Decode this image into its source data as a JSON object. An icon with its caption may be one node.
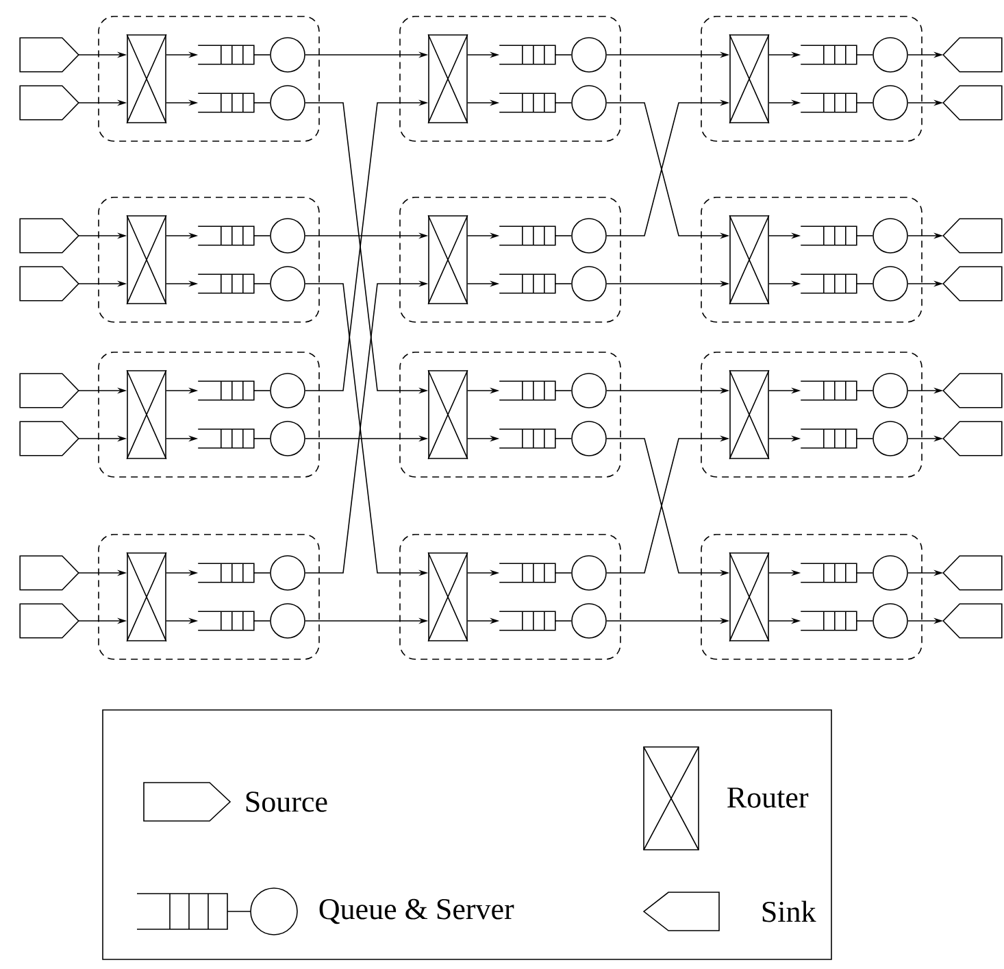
{
  "diagram": {
    "nodes": [
      {
        "text": [],
        "shape": "pentagon"
      },
      {
        "text": [],
        "shape": "pentagon"
      },
      {
        "text": [],
        "shape": "pentagon"
      },
      {
        "text": [],
        "shape": "pentagon"
      },
      {
        "text": [],
        "shape": "pentagon"
      },
      {
        "text": [],
        "shape": "pentagon"
      },
      {
        "text": [],
        "shape": "pentagon"
      },
      {
        "text": [],
        "shape": "pentagon"
      },
      {
        "text": [],
        "shape": "box"
      },
      {
        "text": [],
        "shape": "box",
        "in": 8
      },
      {
        "text": [],
        "shape": "bar",
        "in": 8
      },
      {
        "text": [],
        "shape": "circle",
        "in": 8
      },
      {
        "text": [],
        "shape": "bar",
        "in": 8
      },
      {
        "text": [],
        "shape": "circle",
        "in": 8
      },
      {
        "text": [],
        "shape": "box"
      },
      {
        "text": [],
        "shape": "box",
        "in": 14
      },
      {
        "text": [],
        "shape": "bar",
        "in": 14
      },
      {
        "text": [],
        "shape": "circle",
        "in": 14
      },
      {
        "text": [],
        "shape": "bar",
        "in": 14
      },
      {
        "text": [],
        "shape": "circle",
        "in": 14
      },
      {
        "text": [],
        "shape": "box"
      },
      {
        "text": [],
        "shape": "box",
        "in": 20
      },
      {
        "text": [],
        "shape": "bar",
        "in": 20
      },
      {
        "text": [],
        "shape": "circle",
        "in": 20
      },
      {
        "text": [],
        "shape": "bar",
        "in": 20
      },
      {
        "text": [],
        "shape": "circle",
        "in": 20
      },
      {
        "text": [],
        "shape": "box"
      },
      {
        "text": [],
        "shape": "box",
        "in": 26
      },
      {
        "text": [],
        "shape": "bar",
        "in": 26
      },
      {
        "text": [],
        "shape": "circle",
        "in": 26
      },
      {
        "text": [],
        "shape": "bar",
        "in": 26
      },
      {
        "text": [],
        "shape": "circle",
        "in": 26
      },
      {
        "text": [],
        "shape": "box"
      },
      {
        "text": [],
        "shape": "box",
        "in": 32
      },
      {
        "text": [],
        "shape": "bar",
        "in": 32
      },
      {
        "text": [],
        "shape": "circle",
        "in": 32
      },
      {
        "text": [],
        "shape": "bar",
        "in": 32
      },
      {
        "text": [],
        "shape": "circle",
        "in": 32
      },
      {
        "text": [],
        "shape": "box"
      },
      {
        "text": [],
        "shape": "box",
        "in": 38
      },
      {
        "text": [],
        "shape": "bar",
        "in": 38
      },
      {
        "text": [],
        "shape": "circle",
        "in": 38
      },
      {
        "text": [],
        "shape": "bar",
        "in": 38
      },
      {
        "text": [],
        "shape": "circle",
        "in": 38
      },
      {
        "text": [],
        "shape": "box"
      },
      {
        "text": [],
        "shape": "box",
        "in": 44
      },
      {
        "text": [],
        "shape": "bar",
        "in": 44
      },
      {
        "text": [],
        "shape": "circle",
        "in": 44
      },
      {
        "text": [],
        "shape": "bar",
        "in": 44
      },
      {
        "text": [],
        "shape": "circle",
        "in": 44
      },
      {
        "text": [],
        "shape": "box"
      },
      {
        "text": [],
        "shape": "box",
        "in": 50
      },
      {
        "text": [],
        "shape": "bar",
        "in": 50
      },
      {
        "text": [],
        "shape": "circle",
        "in": 50
      },
      {
        "text": [],
        "shape": "bar",
        "in": 50
      },
      {
        "text": [],
        "shape": "circle",
        "in": 50
      },
      {
        "text": [],
        "shape": "box"
      },
      {
        "text": [],
        "shape": "box",
        "in": 56
      },
      {
        "text": [],
        "shape": "bar",
        "in": 56
      },
      {
        "text": [],
        "shape": "circle",
        "in": 56
      },
      {
        "text": [],
        "shape": "bar",
        "in": 56
      },
      {
        "text": [],
        "shape": "circle",
        "in": 56
      },
      {
        "text": [],
        "shape": "box"
      },
      {
        "text": [],
        "shape": "box",
        "in": 62
      },
      {
        "text": [],
        "shape": "bar",
        "in": 62
      },
      {
        "text": [],
        "shape": "circle",
        "in": 62
      },
      {
        "text": [],
        "shape": "bar",
        "in": 62
      },
      {
        "text": [],
        "shape": "circle",
        "in": 62
      },
      {
        "text": [],
        "shape": "box"
      },
      {
        "text": [],
        "shape": "box",
        "in": 68
      },
      {
        "text": [],
        "shape": "bar",
        "in": 68
      },
      {
        "text": [],
        "shape": "circle",
        "in": 68
      },
      {
        "text": [],
        "shape": "bar",
        "in": 68
      },
      {
        "text": [],
        "shape": "circle",
        "in": 68
      },
      {
        "text": [],
        "shape": "box"
      },
      {
        "text": [],
        "shape": "box",
        "in": 74
      },
      {
        "text": [],
        "shape": "bar",
        "in": 74
      },
      {
        "text": [],
        "shape": "circle",
        "in": 74
      },
      {
        "text": [],
        "shape": "bar",
        "in": 74
      },
      {
        "text": [],
        "shape": "circle",
        "in": 74
      },
      {
        "text": [],
        "shape": "pentagon"
      },
      {
        "text": [],
        "shape": "pentagon"
      },
      {
        "text": [],
        "shape": "pentagon"
      },
      {
        "text": [],
        "shape": "pentagon"
      },
      {
        "text": [],
        "shape": "pentagon"
      },
      {
        "text": [],
        "shape": "pentagon"
      },
      {
        "text": [],
        "shape": "pentagon"
      },
      {
        "text": [],
        "shape": "pentagon"
      }
    ],
    "edges": [
      {
        "from": 0,
        "to": 9,
        "arrow": "to"
      },
      {
        "from": 1,
        "to": 9,
        "arrow": "to"
      },
      {
        "from": 2,
        "to": 15,
        "arrow": "to"
      },
      {
        "from": 3,
        "to": 15,
        "arrow": "to"
      },
      {
        "from": 4,
        "to": 21,
        "arrow": "to"
      },
      {
        "from": 5,
        "to": 21,
        "arrow": "to"
      },
      {
        "from": 6,
        "to": 27,
        "arrow": "to"
      },
      {
        "from": 7,
        "to": 27,
        "arrow": "to"
      },
      {
        "from": 9,
        "to": 10,
        "arrow": "to"
      },
      {
        "from": 10,
        "to": 11,
        "arrow": "none"
      },
      {
        "from": 9,
        "to": 12,
        "arrow": "to"
      },
      {
        "from": 12,
        "to": 13,
        "arrow": "none"
      },
      {
        "from": 15,
        "to": 16,
        "arrow": "to"
      },
      {
        "from": 16,
        "to": 17,
        "arrow": "none"
      },
      {
        "from": 15,
        "to": 18,
        "arrow": "to"
      },
      {
        "from": 18,
        "to": 19,
        "arrow": "none"
      },
      {
        "from": 21,
        "to": 22,
        "arrow": "to"
      },
      {
        "from": 22,
        "to": 23,
        "arrow": "none"
      },
      {
        "from": 21,
        "to": 24,
        "arrow": "to"
      },
      {
        "from": 24,
        "to": 25,
        "arrow": "none"
      },
      {
        "from": 27,
        "to": 28,
        "arrow": "to"
      },
      {
        "from": 28,
        "to": 29,
        "arrow": "none"
      },
      {
        "from": 27,
        "to": 30,
        "arrow": "to"
      },
      {
        "from": 30,
        "to": 31,
        "arrow": "none"
      },
      {
        "from": 33,
        "to": 34,
        "arrow": "to"
      },
      {
        "from": 34,
        "to": 35,
        "arrow": "none"
      },
      {
        "from": 33,
        "to": 36,
        "arrow": "to"
      },
      {
        "from": 36,
        "to": 37,
        "arrow": "none"
      },
      {
        "from": 39,
        "to": 40,
        "arrow": "to"
      },
      {
        "from": 40,
        "to": 41,
        "arrow": "none"
      },
      {
        "from": 39,
        "to": 42,
        "arrow": "to"
      },
      {
        "from": 42,
        "to": 43,
        "arrow": "none"
      },
      {
        "from": 45,
        "to": 46,
        "arrow": "to"
      },
      {
        "from": 46,
        "to": 47,
        "arrow": "none"
      },
      {
        "from": 45,
        "to": 48,
        "arrow": "to"
      },
      {
        "from": 48,
        "to": 49,
        "arrow": "none"
      },
      {
        "from": 51,
        "to": 52,
        "arrow": "to"
      },
      {
        "from": 52,
        "to": 53,
        "arrow": "none"
      },
      {
        "from": 51,
        "to": 54,
        "arrow": "to"
      },
      {
        "from": 54,
        "to": 55,
        "arrow": "none"
      },
      {
        "from": 57,
        "to": 58,
        "arrow": "to"
      },
      {
        "from": 58,
        "to": 59,
        "arrow": "none"
      },
      {
        "from": 57,
        "to": 60,
        "arrow": "to"
      },
      {
        "from": 60,
        "to": 61,
        "arrow": "none"
      },
      {
        "from": 63,
        "to": 64,
        "arrow": "to"
      },
      {
        "from": 64,
        "to": 65,
        "arrow": "none"
      },
      {
        "from": 63,
        "to": 66,
        "arrow": "to"
      },
      {
        "from": 66,
        "to": 67,
        "arrow": "none"
      },
      {
        "from": 69,
        "to": 70,
        "arrow": "to"
      },
      {
        "from": 70,
        "to": 71,
        "arrow": "none"
      },
      {
        "from": 69,
        "to": 72,
        "arrow": "to"
      },
      {
        "from": 72,
        "to": 73,
        "arrow": "none"
      },
      {
        "from": 75,
        "to": 76,
        "arrow": "to"
      },
      {
        "from": 76,
        "to": 77,
        "arrow": "none"
      },
      {
        "from": 75,
        "to": 78,
        "arrow": "to"
      },
      {
        "from": 78,
        "to": 79,
        "arrow": "none"
      },
      {
        "from": 11,
        "to": 33,
        "arrow": "to"
      },
      {
        "from": 13,
        "to": 45,
        "arrow": "to"
      },
      {
        "from": 17,
        "to": 39,
        "arrow": "to"
      },
      {
        "from": 19,
        "to": 51,
        "arrow": "to"
      },
      {
        "from": 23,
        "to": 33,
        "arrow": "to"
      },
      {
        "from": 25,
        "to": 45,
        "arrow": "to"
      },
      {
        "from": 29,
        "to": 39,
        "arrow": "to"
      },
      {
        "from": 31,
        "to": 51,
        "arrow": "to"
      },
      {
        "from": 35,
        "to": 57,
        "arrow": "to"
      },
      {
        "from": 37,
        "to": 63,
        "arrow": "to"
      },
      {
        "from": 41,
        "to": 57,
        "arrow": "to"
      },
      {
        "from": 43,
        "to": 63,
        "arrow": "to"
      },
      {
        "from": 47,
        "to": 69,
        "arrow": "to"
      },
      {
        "from": 49,
        "to": 75,
        "arrow": "to"
      },
      {
        "from": 53,
        "to": 69,
        "arrow": "to"
      },
      {
        "from": 55,
        "to": 75,
        "arrow": "to"
      },
      {
        "from": 59,
        "to": 80,
        "arrow": "to"
      },
      {
        "from": 61,
        "to": 81,
        "arrow": "to"
      },
      {
        "from": 65,
        "to": 82,
        "arrow": "to"
      },
      {
        "from": 67,
        "to": 83,
        "arrow": "to"
      },
      {
        "from": 71,
        "to": 84,
        "arrow": "to"
      },
      {
        "from": 73,
        "to": 85,
        "arrow": "to"
      },
      {
        "from": 77,
        "to": 86,
        "arrow": "to"
      },
      {
        "from": 79,
        "to": 87,
        "arrow": "to"
      }
    ],
    "legend": [
      {
        "text": "Source"
      },
      {
        "text": "Router"
      },
      {
        "text": "Queue & Server"
      },
      {
        "text": "Sink"
      }
    ]
  }
}
